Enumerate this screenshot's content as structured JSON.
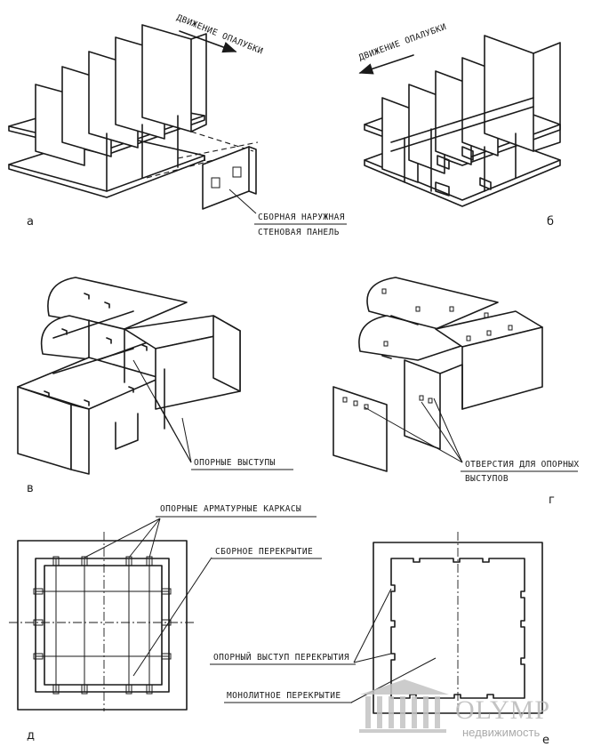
{
  "panel_a": {
    "arrow_label": "ДВИЖЕНИЕ ОПАЛУБКИ",
    "callout_line1": "СБОРНАЯ НАРУЖНАЯ",
    "callout_line2": "СТЕНОВАЯ ПАНЕЛЬ",
    "letter": "а"
  },
  "panel_b": {
    "arrow_label": "ДВИЖЕНИЕ ОПАЛУБКИ",
    "letter": "б"
  },
  "panel_v": {
    "callout": "ОПОРНЫЕ ВЫСТУПЫ",
    "letter": "в"
  },
  "panel_g": {
    "callout_line1": "ОТВЕРСТИЯ ДЛЯ ОПОРНЫХ",
    "callout_line2": "ВЫСТУПОВ",
    "letter": "г"
  },
  "panel_d": {
    "callout_top": "ОПОРНЫЕ АРМАТУРНЫЕ КАРКАСЫ",
    "callout_right": "СБОРНОЕ ПЕРЕКРЫТИЕ",
    "letter": "д"
  },
  "panel_e": {
    "callout_top": "ОПОРНЫЙ ВЫСТУП ПЕРЕКРЫТИЯ",
    "callout_bottom": "МОНОЛИТНОЕ ПЕРЕКРЫТИЕ",
    "letter": "е"
  },
  "watermark": {
    "brand": "OLYMP",
    "sub": "недвижимость"
  }
}
